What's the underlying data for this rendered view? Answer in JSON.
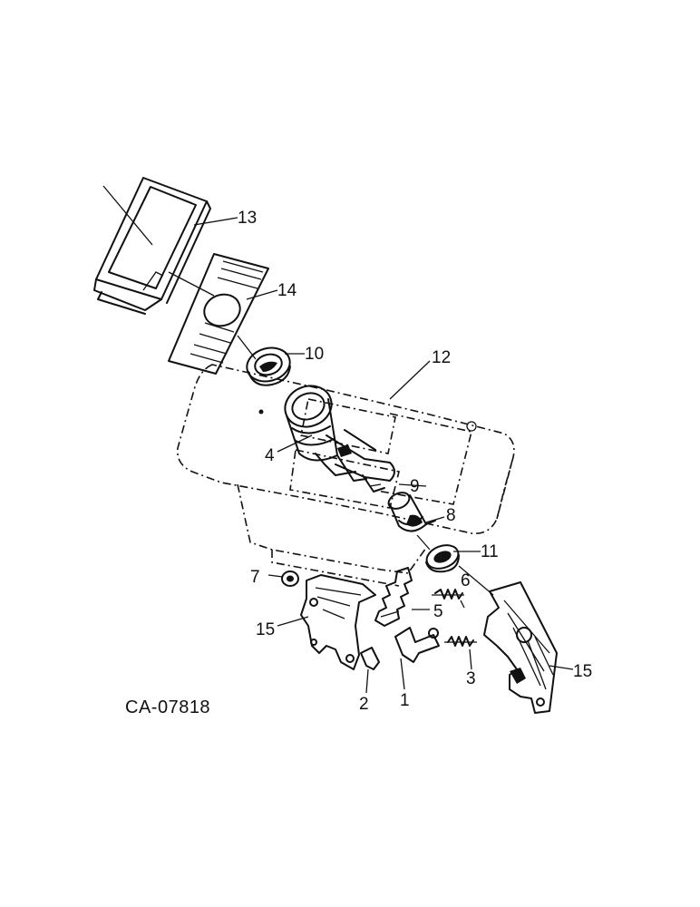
{
  "diagram_code": "CA-07818",
  "callouts": [
    {
      "id": "c1",
      "text": "1"
    },
    {
      "id": "c2",
      "text": "2"
    },
    {
      "id": "c3",
      "text": "3"
    },
    {
      "id": "c4",
      "text": "4"
    },
    {
      "id": "c5",
      "text": "5"
    },
    {
      "id": "c6",
      "text": "6"
    },
    {
      "id": "c7",
      "text": "7"
    },
    {
      "id": "c8",
      "text": "8"
    },
    {
      "id": "c9",
      "text": "9"
    },
    {
      "id": "c10",
      "text": "10"
    },
    {
      "id": "c11",
      "text": "11"
    },
    {
      "id": "c12",
      "text": "12"
    },
    {
      "id": "c13",
      "text": "13"
    },
    {
      "id": "c14",
      "text": "14"
    },
    {
      "id": "c15a",
      "text": "15"
    },
    {
      "id": "c15b",
      "text": "15"
    }
  ]
}
